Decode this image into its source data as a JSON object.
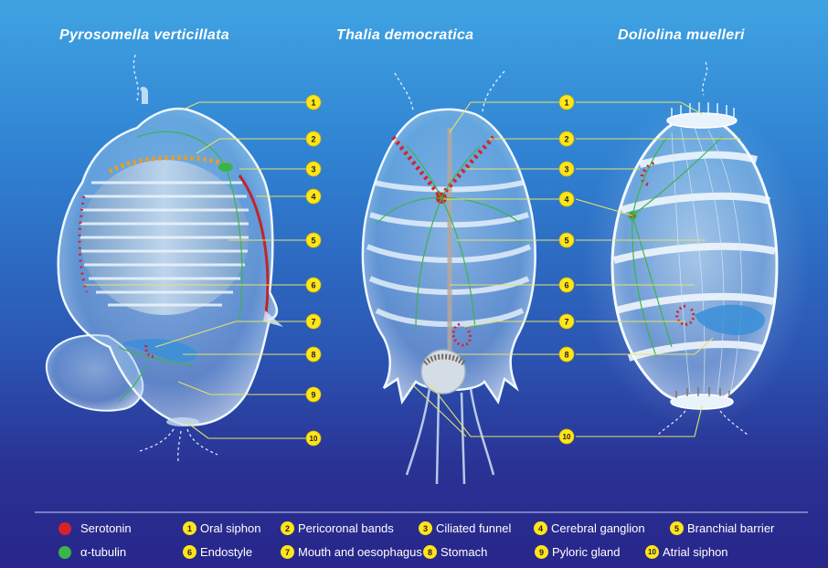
{
  "titles": {
    "pyrosomella": "Pyrosomella verticillata",
    "thalia": "Thalia democratica",
    "doliolina": "Doliolina muelleri"
  },
  "callout_numbers": [
    "1",
    "2",
    "3",
    "4",
    "5",
    "6",
    "7",
    "8",
    "9",
    "10"
  ],
  "legend": {
    "markers": [
      {
        "label": "Serotonin",
        "color": "#d5232a"
      },
      {
        "label": "α-tubulin",
        "color": "#3bb44a"
      }
    ],
    "structures": [
      {
        "num": "1",
        "label": "Oral siphon"
      },
      {
        "num": "2",
        "label": "Pericoronal bands"
      },
      {
        "num": "3",
        "label": "Ciliated funnel"
      },
      {
        "num": "4",
        "label": "Cerebral ganglion"
      },
      {
        "num": "5",
        "label": "Branchial barrier"
      },
      {
        "num": "6",
        "label": "Endostyle"
      },
      {
        "num": "7",
        "label": "Mouth and oesophagus"
      },
      {
        "num": "8",
        "label": "Stomach"
      },
      {
        "num": "9",
        "label": "Pyloric gland"
      },
      {
        "num": "10",
        "label": "Atrial siphon"
      }
    ]
  },
  "colors": {
    "callout": "#ffe51a",
    "leader_line": "#e4e36a",
    "serotonin": "#d5232a",
    "tubulin": "#3bb44a",
    "background_top": "#3fa3e2",
    "background_bottom": "#28268a"
  }
}
